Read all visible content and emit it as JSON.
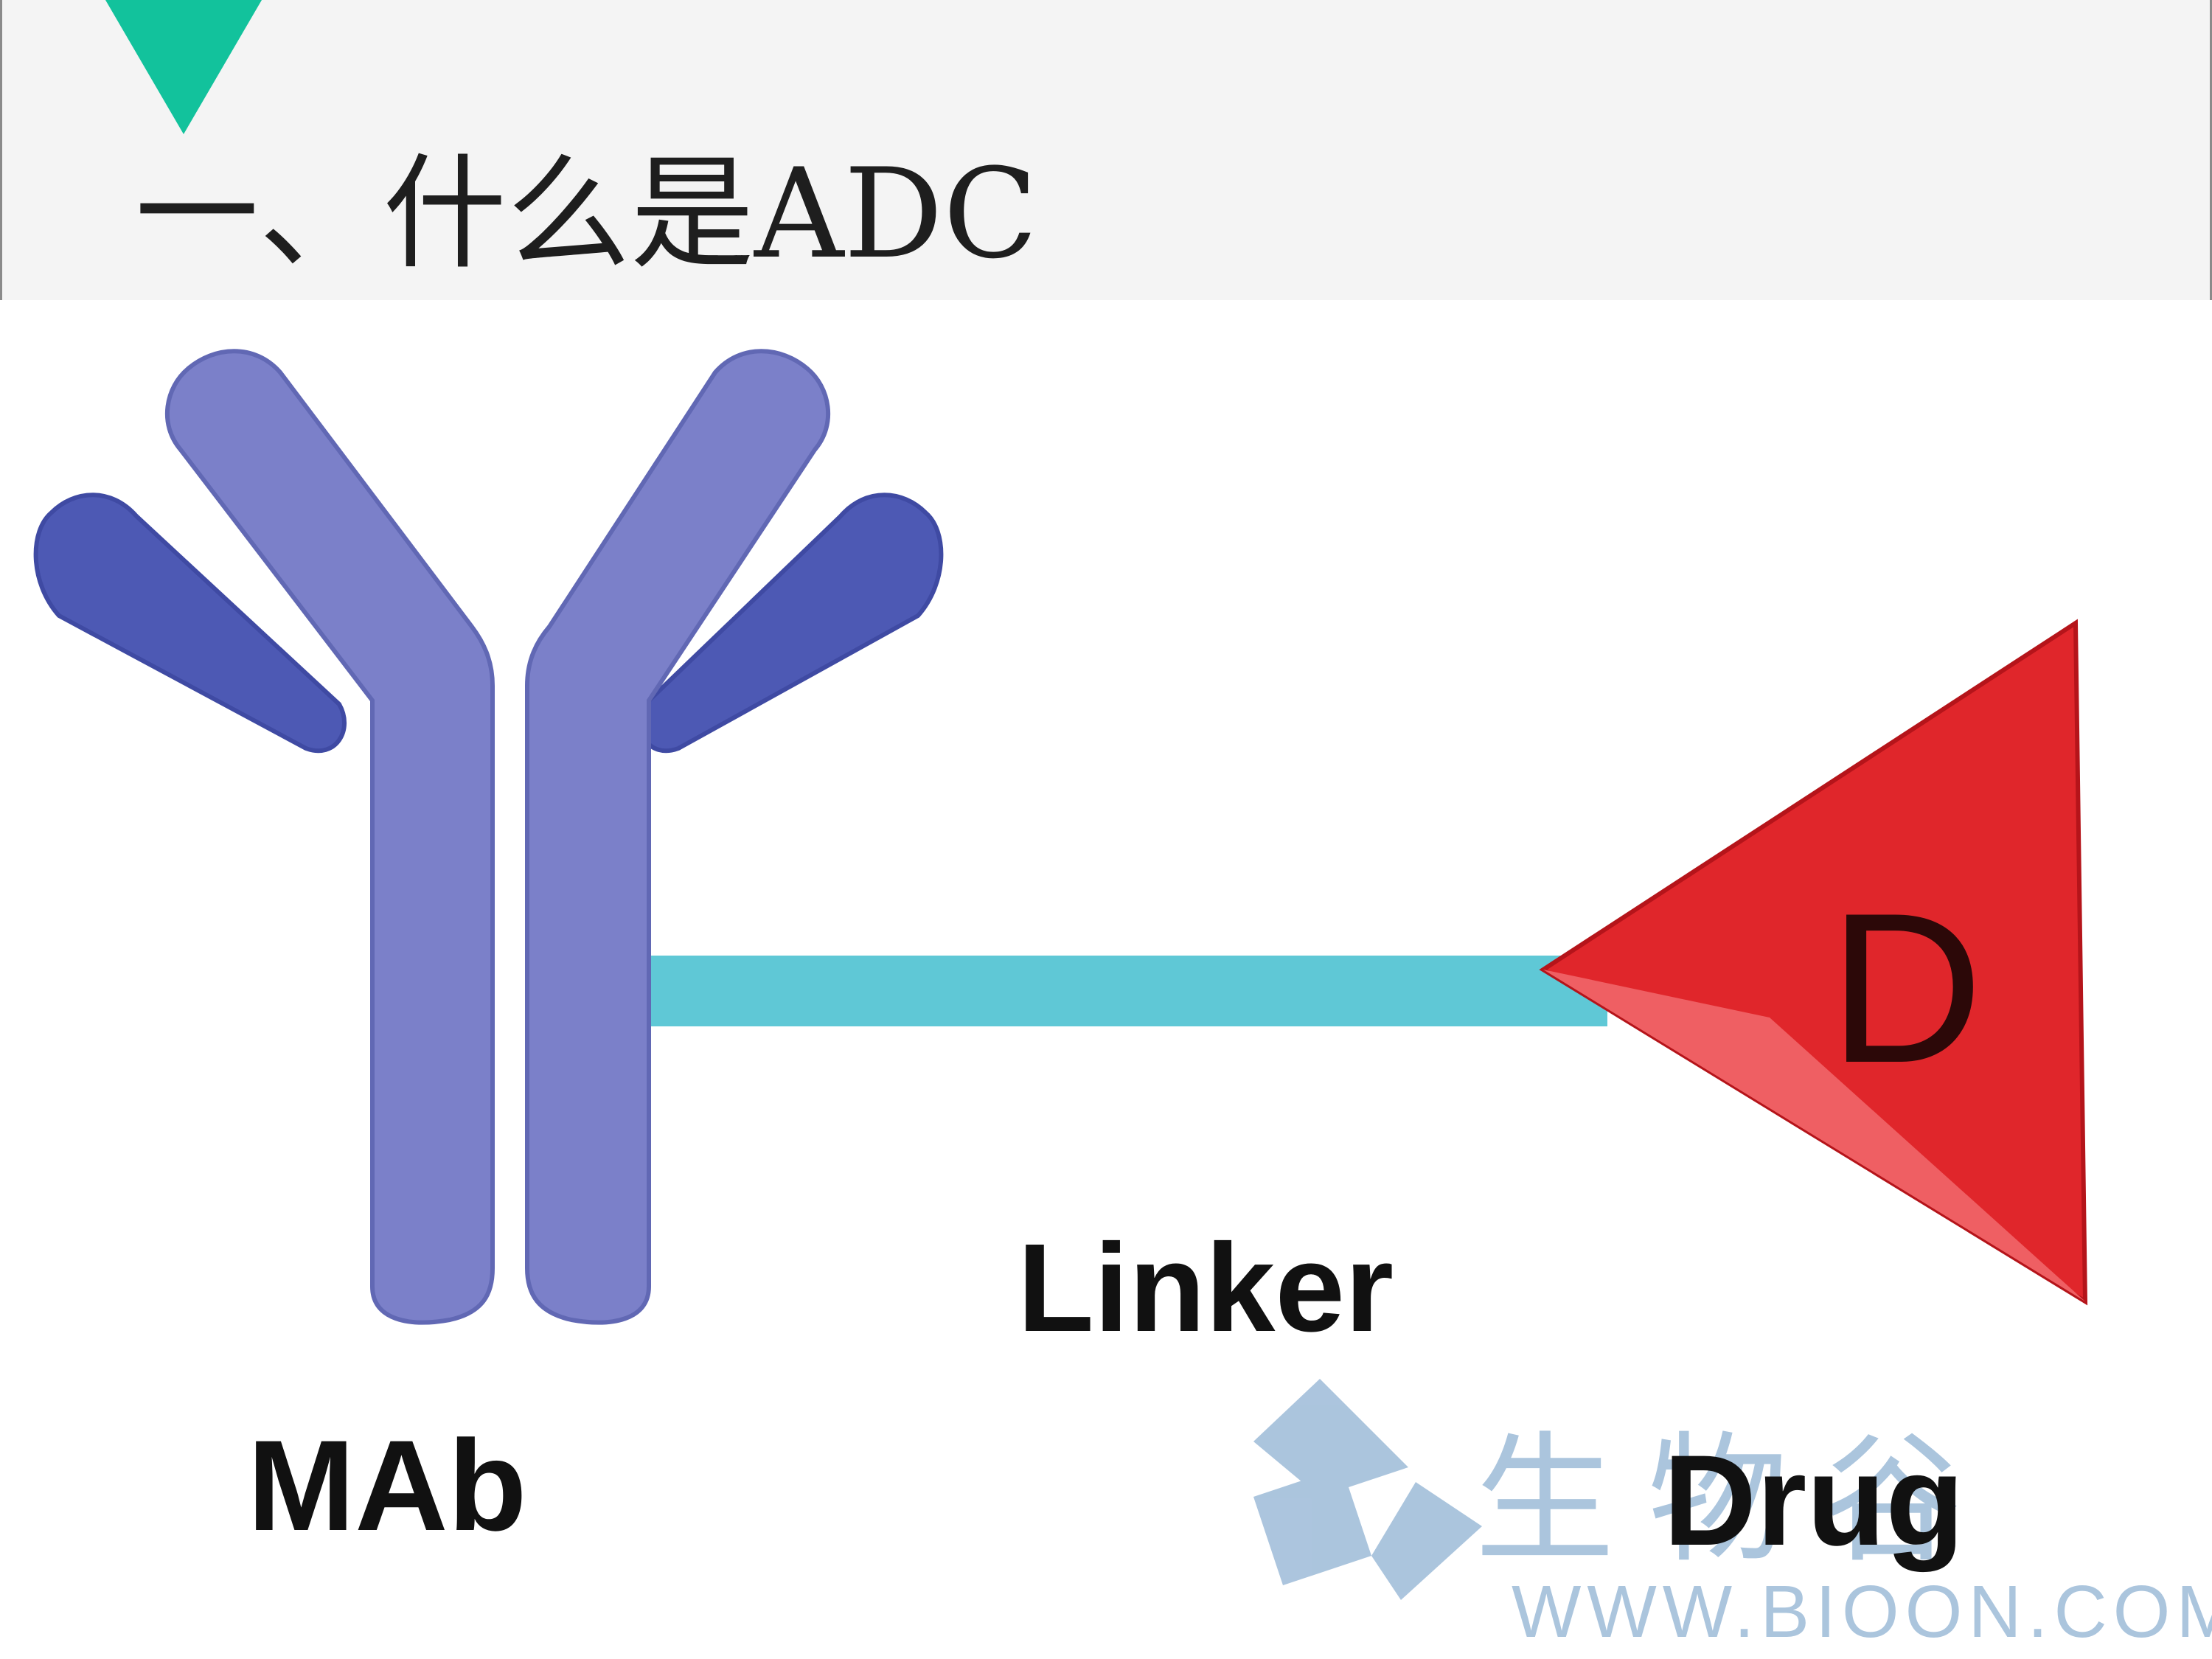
{
  "slide": {
    "title": "一、什么是ADC",
    "accent_color": "#12c29c"
  },
  "diagram": {
    "antibody_label": "MAb",
    "linker_label": "Linker",
    "drug_label": "Drug",
    "drug_symbol": "D",
    "colors": {
      "antibody_light": "#7b80c9",
      "antibody_dark": "#4d59b4",
      "linker": "#5fc8d6",
      "drug": "#e0262b"
    }
  },
  "watermark": {
    "chinese_text": "生物谷",
    "url_text": "WWW.BIOON.COM",
    "color": "#9dbbd8"
  }
}
